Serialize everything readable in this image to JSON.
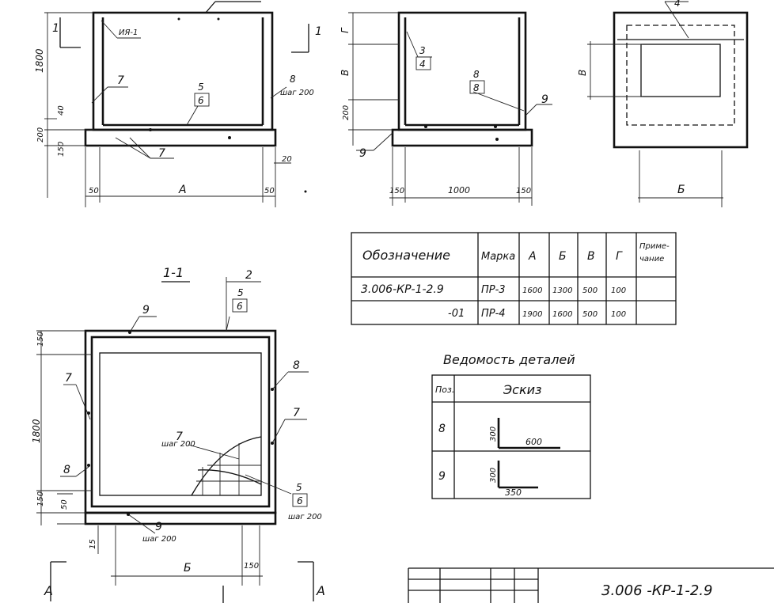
{
  "top_left_view": {
    "label_embed": "ИЯ-1",
    "label_dim_height": "1800",
    "label_dim_200": "200",
    "label_dim_150": "150",
    "label_dim_50_left": "50",
    "label_dim_50_right": "50",
    "label_dim_A": "А",
    "label_dim_20": "20",
    "label_section_mark_left": "1",
    "label_section_mark_right": "1",
    "label_callout_7a": "7",
    "label_callout_7b": "7",
    "label_callout_5": "5",
    "label_callout_6": "6",
    "label_callout_8": "8",
    "label_step": "шаг 200",
    "label_dim_40": "40"
  },
  "top_middle_view": {
    "label_dim_G": "Г",
    "label_dim_V": "В",
    "label_dim_200": "200",
    "label_dim_150_left": "150",
    "label_dim_1000": "1000",
    "label_dim_150_right": "150",
    "label_callout_3": "3",
    "label_callout_4": "4",
    "label_callout_8": "8",
    "label_callout_8b": "8",
    "label_callout_9a": "9",
    "label_callout_9b": "9"
  },
  "top_right_view": {
    "label_dim_V": "В",
    "label_dim_B": "Б",
    "label_callout_4": "4"
  },
  "marks_table": {
    "headers": [
      "Обозначение",
      "Марка",
      "А",
      "Б",
      "В",
      "Г",
      "Приме-",
      "чание"
    ],
    "rows": [
      [
        "3.006-КР-1-2.9",
        "ПР-3",
        "1600",
        "1300",
        "500",
        "100",
        ""
      ],
      [
        "-01",
        "ПР-4",
        "1900",
        "1600",
        "500",
        "100",
        ""
      ]
    ]
  },
  "section_view": {
    "title": "1-1",
    "label_dim_150_top": "150",
    "label_dim_1800": "1800",
    "label_dim_150_bottom": "150",
    "label_dim_50": "50",
    "label_dim_15": "15",
    "label_dim_B": "Б",
    "label_dim_150_right": "150",
    "label_callout_2": "2",
    "label_callout_5a": "5",
    "label_callout_6a": "6",
    "label_callout_9": "9",
    "label_callout_8": "8",
    "label_callout_7a": "7",
    "label_callout_7b": "7",
    "label_callout_7c": "7",
    "label_step_a": "шаг 200",
    "label_callout_8b": "8",
    "label_callout_5b": "5",
    "label_callout_6b": "6",
    "label_step_b": "шаг 200",
    "label_callout_9b": "9",
    "label_step_c": "шаг 200",
    "label_section_A_left": "А",
    "label_section_A_right": "А"
  },
  "details_sheet": {
    "title": "Ведомость деталей",
    "headers": [
      "Поз.",
      "Эскиз"
    ],
    "rows": [
      {
        "pos": "8",
        "vertical": "300",
        "horizontal": "600"
      },
      {
        "pos": "9",
        "vertical": "300",
        "horizontal": "350"
      }
    ]
  },
  "title_block": {
    "code": "3.006 -КР-1-2.9"
  }
}
